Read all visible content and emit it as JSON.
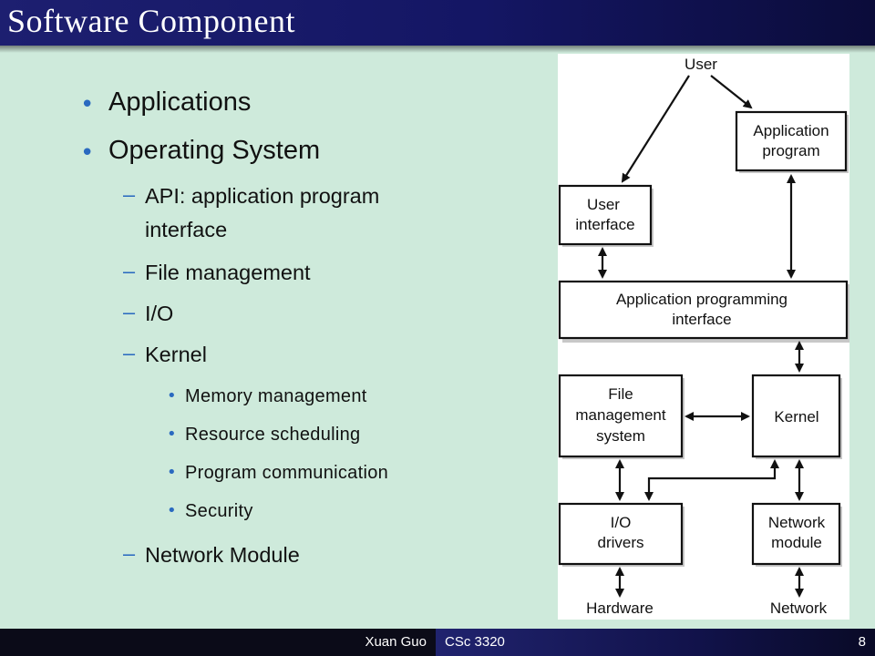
{
  "slide": {
    "title": "Software Component",
    "bullets": {
      "applications": "Applications",
      "operating_system": "Operating System",
      "api_line1": "API: application program",
      "api_line2": "interface",
      "file_management": "File management",
      "io": "I/O",
      "kernel": "Kernel",
      "memory_management": "Memory management",
      "resource_scheduling": "Resource scheduling",
      "program_communication": "Program communication",
      "security": "Security",
      "network_module": "Network Module"
    }
  },
  "diagram": {
    "user": "User",
    "application_program": [
      "Application",
      "program"
    ],
    "user_interface": [
      "User",
      "interface"
    ],
    "api": [
      "Application programming",
      "interface"
    ],
    "file_management_system": [
      "File",
      "management",
      "system"
    ],
    "kernel": "Kernel",
    "io_drivers": [
      "I/O",
      "drivers"
    ],
    "network_module": [
      "Network",
      "module"
    ],
    "hardware": "Hardware",
    "network": "Network"
  },
  "footer": {
    "author": "Xuan Guo",
    "course": "CSc 3320",
    "page_number": "8"
  },
  "colors": {
    "background": "#ceeadb",
    "title_bar": "#1d1f70",
    "bullet": "#2a6ac0"
  }
}
